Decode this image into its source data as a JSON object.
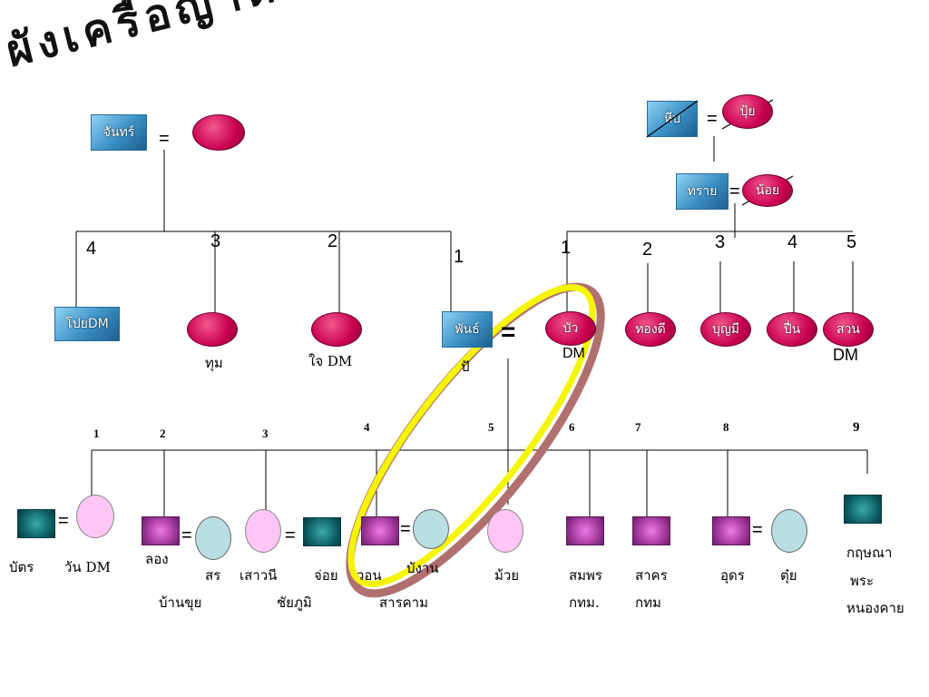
{
  "title": "ผังเครือญาติ",
  "equal_sign": "=",
  "generation1": {
    "left_male": "จันทร์",
    "right_top_male": "หีบ",
    "right_top_female": "ปุ้ย",
    "right_male": "ทราย",
    "right_female": "น้อย"
  },
  "generation2": {
    "left_numbers": [
      "4",
      "3",
      "2",
      "1"
    ],
    "right_numbers": [
      "1",
      "2",
      "3",
      "4",
      "5"
    ],
    "left_children": [
      {
        "name": "โปยDM"
      },
      {
        "name": "ทุม"
      },
      {
        "name": "ใจ DM"
      },
      {
        "name": "พันธ์"
      }
    ],
    "pan_sub": "ปั",
    "right_children": [
      {
        "name": "บัว",
        "sub": "DM"
      },
      {
        "name": "ทองดี"
      },
      {
        "name": "บุญมี"
      },
      {
        "name": "ปื่น"
      },
      {
        "name": "สวน",
        "sub": "DM"
      }
    ]
  },
  "generation3": {
    "numbers": [
      "1",
      "2",
      "3",
      "4",
      "5",
      "6",
      "7",
      "8",
      "9"
    ],
    "labels": {
      "c1_male": "บัตร",
      "c1_female": "วัน DM",
      "c2": "ลอง",
      "c2_spouse": "สร",
      "c2_place": "บ้านขุย",
      "c3": "เสาวนี",
      "c3_spouse": "จ่อย",
      "c3_place": "ชัยภูมิ",
      "c4": "วอน",
      "c4_spouse": "บังาน",
      "c4_place": "สารคาม",
      "c5": "ม้วย",
      "c6": "สมพร",
      "c6_place": "กทม.",
      "c7": "สาคร",
      "c7_place": "กทม",
      "c8": "อุดร",
      "c8_spouse": "ตุ๋ย",
      "c9_line1": "กฤษณา",
      "c9_line2": "พระ",
      "c9_line3": "หนองคาย"
    }
  },
  "colors": {
    "female_red": "#c8004f",
    "male_blue": "#3a8fc4",
    "male_teal": "#0a5a60",
    "male_purple": "#a33a9e",
    "female_pink": "#ffc6f5",
    "female_light": "#b9dfe3",
    "highlight_yellow": "#f5f500",
    "highlight_brown": "#b07070"
  }
}
